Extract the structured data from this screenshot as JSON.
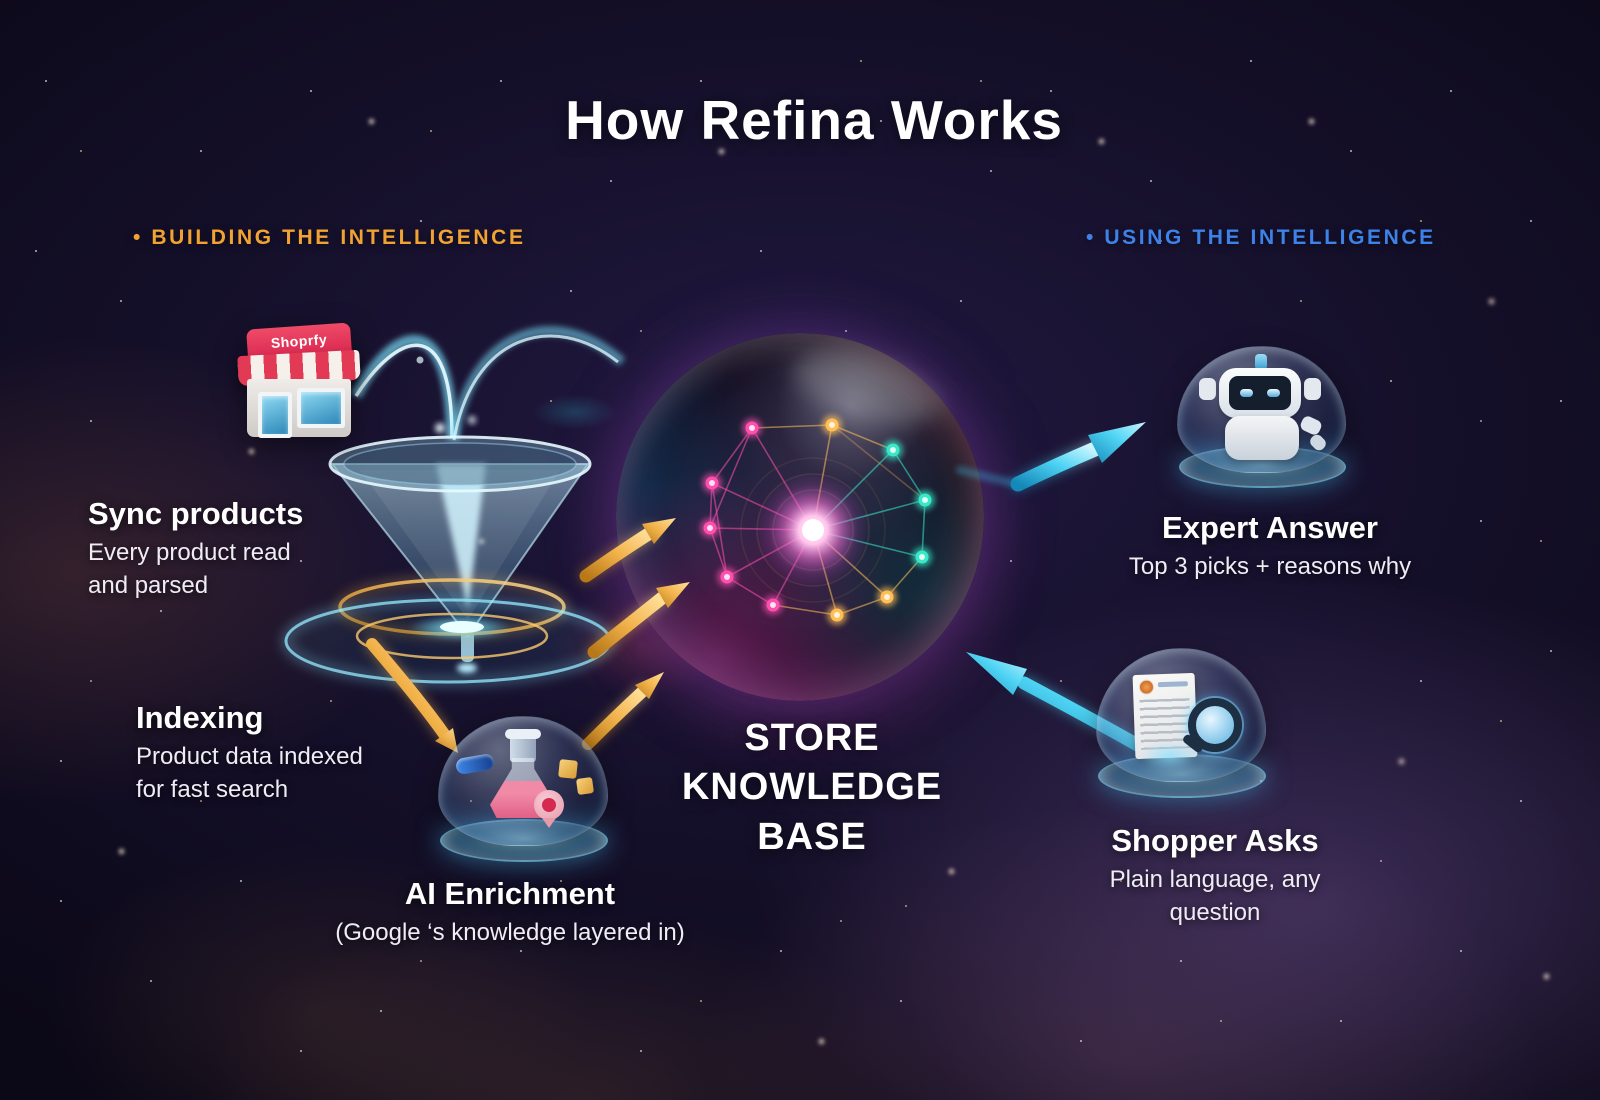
{
  "title": "How Refina Works",
  "sections": {
    "building": {
      "label": "• BUILDING THE INTELLIGENCE"
    },
    "using": {
      "label": "• USING THE INTELLIGENCE"
    }
  },
  "store": {
    "brand": "Shoprfy"
  },
  "steps": {
    "sync": {
      "title": "Sync products",
      "desc": "Every product read\nand parsed"
    },
    "indexing": {
      "title": "Indexing",
      "desc": "Product data indexed\nfor fast search"
    },
    "enrichment": {
      "title": "AI Enrichment",
      "desc": "(Google ‘s knowledge layered in)"
    },
    "expert": {
      "title": "Expert Answer",
      "desc": "Top 3 picks + reasons why"
    },
    "shopper": {
      "title": "Shopper Asks",
      "desc": "Plain language, any question"
    }
  },
  "center": {
    "label": "STORE\nKNOWLEDGE\nBASE"
  },
  "colors": {
    "building_accent": "#F0A232",
    "using_accent": "#3D82E8",
    "gold_arrow": "#F2B24A",
    "cyan_arrow": "#4FD4F4",
    "node_pink": "#FF4FAE",
    "node_gold": "#FFBE56",
    "node_teal": "#38E8C8",
    "heading_text": "#FFFFFF"
  },
  "icons": {
    "store": "storefront-icon",
    "funnel": "funnel-icon",
    "sphere": "knowledge-sphere-icon",
    "robot": "robot-icon",
    "shopper_doc": "document-search-icon",
    "flask": "flask-icon"
  }
}
